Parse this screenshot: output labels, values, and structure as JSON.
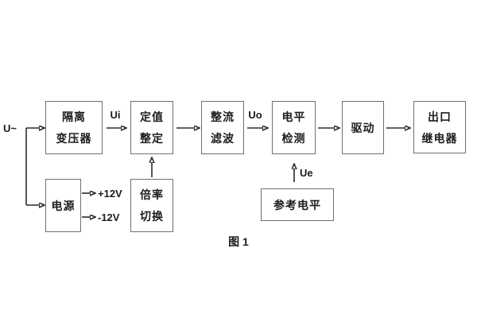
{
  "figure": {
    "caption": "图 1"
  },
  "labels": {
    "input": "U~",
    "ui": "Ui",
    "uo": "Uo",
    "ue": "Ue",
    "plus12": "+12V",
    "minus12": "-12V"
  },
  "blocks": {
    "isolation_transformer": {
      "line1": "隔离",
      "line2": "变压器"
    },
    "setting_adjust": {
      "line1": "定值",
      "line2": "整定"
    },
    "rectifier_filter": {
      "line1": "整流",
      "line2": "滤波"
    },
    "level_detector": {
      "line1": "电平",
      "line2": "检测"
    },
    "driver": {
      "line1": "驱动"
    },
    "output_relay": {
      "line1": "出口",
      "line2": "继电器"
    },
    "power_supply": {
      "line1": "电源"
    },
    "ratio_switch": {
      "line1": "倍率",
      "line2": "切换"
    },
    "reference_level": {
      "line1": "参考电平"
    }
  },
  "colors": {
    "border": "#6f6f6f",
    "line": "#2b2b2b",
    "text": "#1c1c1c",
    "background": "#ffffff"
  }
}
